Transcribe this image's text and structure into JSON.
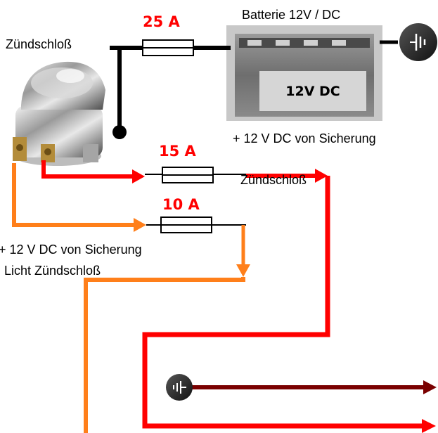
{
  "labels": {
    "ignition_switch": "Zündschloß",
    "battery_title": "Batterie 12V / DC",
    "battery_body": "12V DC",
    "fuse_main": "25 A",
    "fuse_15": "15 A",
    "fuse_10": "10 A",
    "feed_ignition_line1": "+ 12 V DC von Sicherung",
    "feed_ignition_line2": "Zündschloß",
    "feed_light_line1": "+ 12 V DC von Sicherung",
    "feed_light_line2": "Licht Zündschloß"
  },
  "colors": {
    "wire_battery": "#000000",
    "wire_ignition": "#ff0000",
    "wire_light": "#ff7f1a",
    "wire_ground": "#7a0000",
    "label_red": "#ff0000"
  },
  "icons": {
    "ground_symbol": "ground-icon",
    "ignition_photo": "ignition-switch-image",
    "battery_photo": "battery-image"
  }
}
